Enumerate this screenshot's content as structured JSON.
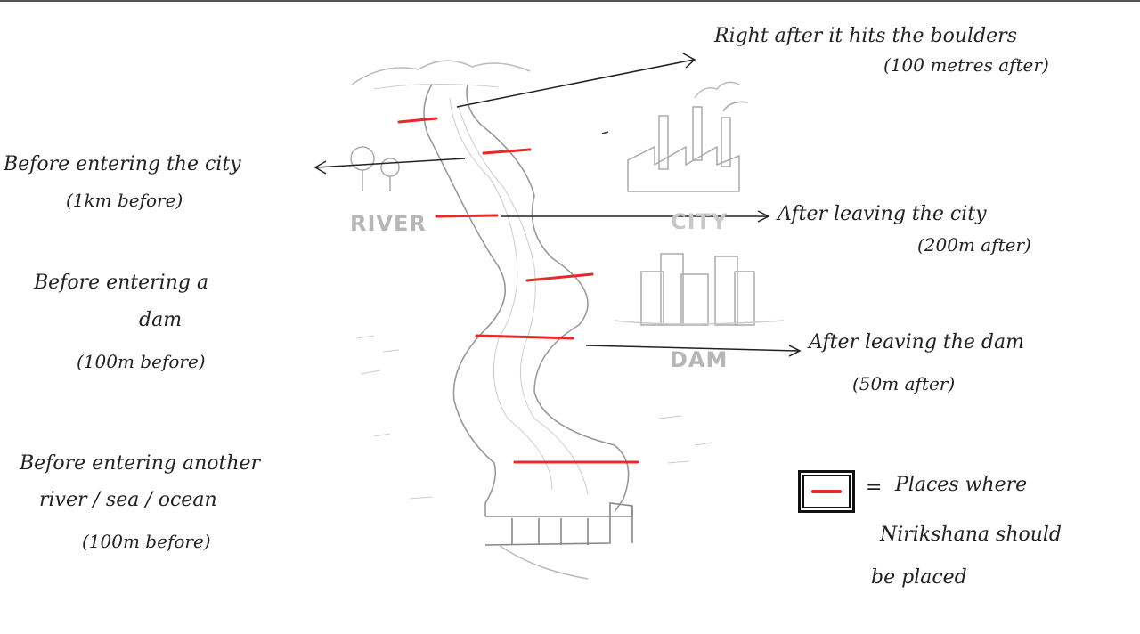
{
  "map_labels": {
    "river": "RIVER",
    "city": "CITY",
    "dam": "DAM"
  },
  "annotations": {
    "boulders": {
      "line1": "Right after it hits the boulders",
      "line2": "(100 metres after)"
    },
    "before_city": {
      "line1": "Before entering the city",
      "line2": "(1km before)"
    },
    "after_city": {
      "line1": "After leaving the city",
      "line2": "(200m after)"
    },
    "before_dam": {
      "line1": "Before entering a",
      "line2": "dam",
      "line3": "(100m before)"
    },
    "after_dam": {
      "line1": "After leaving the dam",
      "line2": "(50m after)"
    },
    "before_other": {
      "line1": "Before entering another",
      "line2": "river / sea / ocean",
      "line3": "(100m before)"
    }
  },
  "legend": {
    "equals": "=",
    "line1": "Places where",
    "line2": "Nirikshana should",
    "line3": "be placed"
  },
  "colors": {
    "marker": "#e52a2a",
    "sketch": "#9a9a9a",
    "ink": "#222222"
  }
}
